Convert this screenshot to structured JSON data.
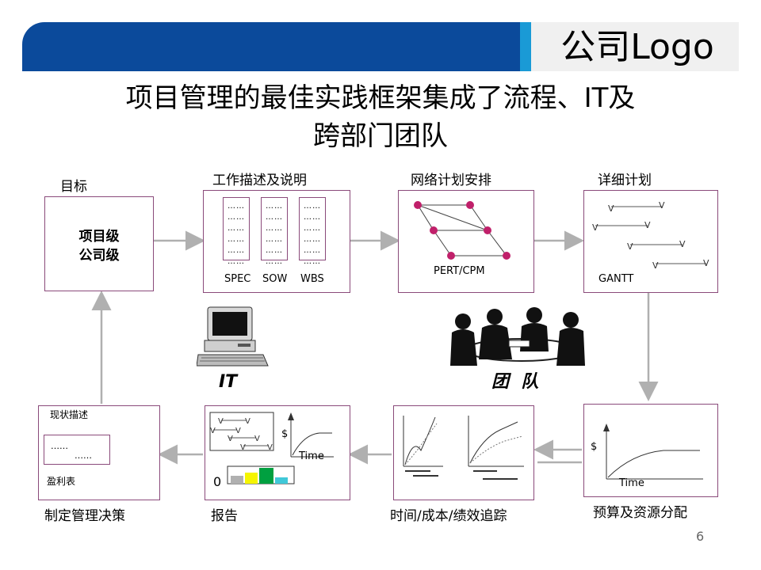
{
  "header": {
    "logo_text": "公司Logo",
    "title_line1": "项目管理的最佳实践框架集成了流程、IT及",
    "title_line2": "跨部门团队"
  },
  "flow": {
    "goal": {
      "label": "目标",
      "line1": "项目级",
      "line2": "公司级"
    },
    "scope": {
      "label": "工作描述及说明",
      "doc_lines": "……\n……\n……\n……\n……\n……",
      "spec": "SPEC",
      "sow": "SOW",
      "wbs": "WBS"
    },
    "network": {
      "label": "网络计划安排",
      "caption": "PERT/CPM"
    },
    "detail": {
      "label": "详细计划",
      "caption": "GANTT",
      "mark": "V"
    },
    "budget": {
      "label": "预算及资源分配",
      "y_unit": "$",
      "x_unit": "Time"
    },
    "tracking": {
      "label": "时间/成本/绩效追踪"
    },
    "report": {
      "label": "报告",
      "y_unit": "$",
      "x_unit": "Time",
      "zero": "0",
      "mark": "V"
    },
    "decision": {
      "label": "制定管理决策",
      "status": "现状描述",
      "dots1": "……",
      "dots2": "……",
      "pl": "盈利表"
    },
    "it_label": "IT",
    "team_label": "团  队"
  },
  "footer": {
    "page_number": "6"
  },
  "colors": {
    "banner": "#0b4a9b",
    "accent": "#1a9ad6",
    "box_border": "#8a4a7a",
    "arrow": "#b0b0b0",
    "node": "#c0206a"
  }
}
